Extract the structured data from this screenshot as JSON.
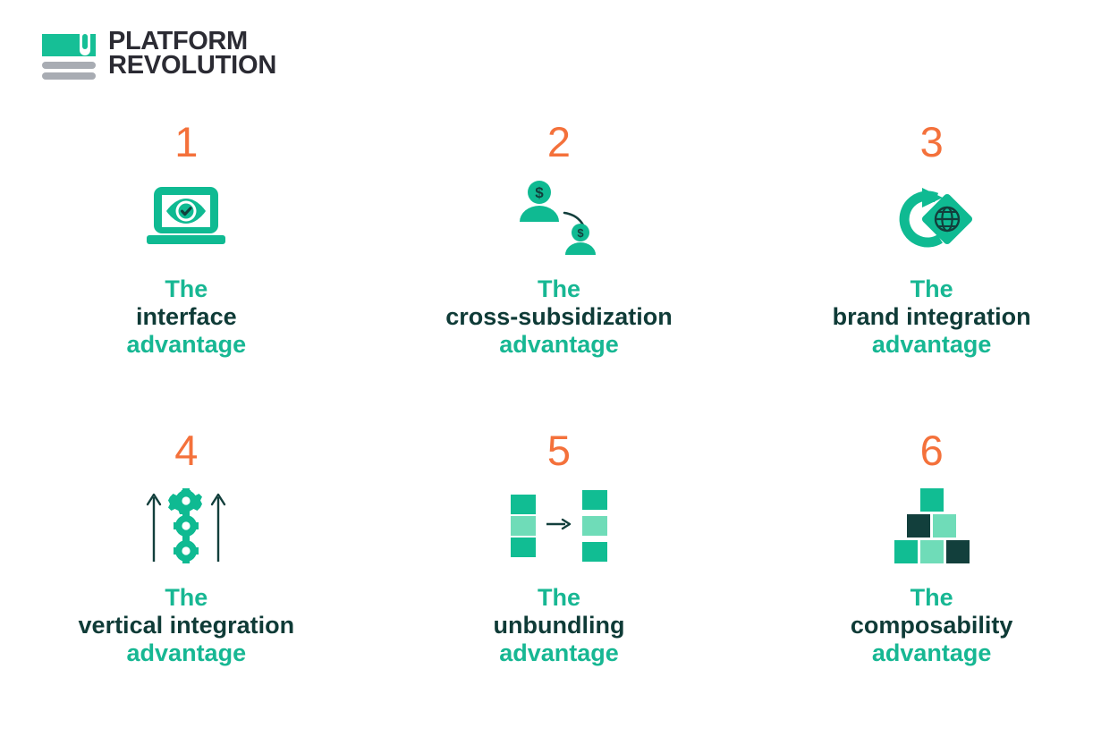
{
  "brand": {
    "line1": "PLATFORM",
    "line2": "REVOLUTION",
    "mark_icon": "platform-revolution-logo-mark",
    "colors": {
      "mark_green": "#16bf96",
      "mark_gray": "#a8acb3",
      "wordmark": "#2b2b33"
    }
  },
  "theme": {
    "number_orange": "#f4713b",
    "accent_green": "#17b793",
    "dark_teal": "#0f3b37",
    "mid_green": "#11bd93",
    "light_green": "#6fdcb8",
    "background": "#ffffff"
  },
  "cards": [
    {
      "number": "1",
      "icon": "laptop-eye-checkmark-icon",
      "the": "The",
      "keyword": "interface",
      "advantage": "advantage"
    },
    {
      "number": "2",
      "icon": "two-people-money-transfer-icon",
      "the": "The",
      "keyword": "cross-subsidization",
      "advantage": "advantage"
    },
    {
      "number": "3",
      "icon": "refresh-arrow-globe-diamond-icon",
      "the": "The",
      "keyword": "brand integration",
      "advantage": "advantage"
    },
    {
      "number": "4",
      "icon": "up-arrows-gear-stack-icon",
      "the": "The",
      "keyword": "vertical integration",
      "advantage": "advantage"
    },
    {
      "number": "5",
      "icon": "unbundling-blocks-arrow-icon",
      "the": "The",
      "keyword": "unbundling",
      "advantage": "advantage"
    },
    {
      "number": "6",
      "icon": "stacked-blocks-pyramid-icon",
      "the": "The",
      "keyword": "composability",
      "advantage": "advantage"
    }
  ]
}
